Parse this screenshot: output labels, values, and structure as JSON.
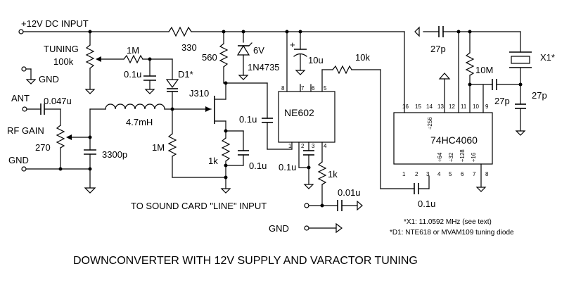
{
  "labels": {
    "supply": "+12V DC INPUT",
    "tuning": "TUNING",
    "tuning_val": "100k",
    "gnd_tuning": "GND",
    "r1m_tune": "1M",
    "c01u_tune": "0.1u",
    "d1": "D1*",
    "r330": "330",
    "r560": "560",
    "zener_v": "6V",
    "zener_p": "1N4735",
    "c10u": "10u",
    "r10k": "10k",
    "c27p_top": "27p",
    "r10m": "10M",
    "x1": "X1*",
    "c27p_mid": "27p",
    "c27p_right": "27p",
    "ant": "ANT",
    "c0047": "0.047u",
    "rfgain": "RF GAIN",
    "r270": "270",
    "gnd_in": "GND",
    "c3300p": "3300p",
    "l47": "4.7mH",
    "j310": "J310",
    "r1m_gate": "1M",
    "r1k_src": "1k",
    "c01u_src": "0.1u",
    "c01u_osc": "0.1u",
    "c01u_pin1": "0.1u",
    "r1k_out": "1k",
    "c001u": "0.01u",
    "c01u_div": "0.1u",
    "ne602": "NE602",
    "hc4060": "74HC4060",
    "out": "TO SOUND CARD \"LINE\" INPUT",
    "gnd_out": "GND",
    "note1": "*X1: 11.0592 MHz (see text)",
    "note2": "*D1:  NTE618 or MVAM109 tuning diode",
    "title": "DOWNCONVERTER WITH 12V SUPPLY AND VARACTOR TUNING",
    "plus": "+"
  },
  "pins": {
    "ne602_top": [
      "8",
      "7",
      "6",
      "5"
    ],
    "ne602_bottom": [
      "1",
      "2",
      "3",
      "4"
    ],
    "hc_top": [
      "16",
      "15",
      "14",
      "13",
      "12",
      "11",
      "10",
      "9"
    ],
    "hc_bottom": [
      "1",
      "2",
      "3",
      "4",
      "5",
      "6",
      "7",
      "8"
    ],
    "hc_inner_top": "÷256",
    "hc_inner_bottom": [
      "÷64",
      "÷32",
      "÷128",
      "÷16"
    ]
  }
}
